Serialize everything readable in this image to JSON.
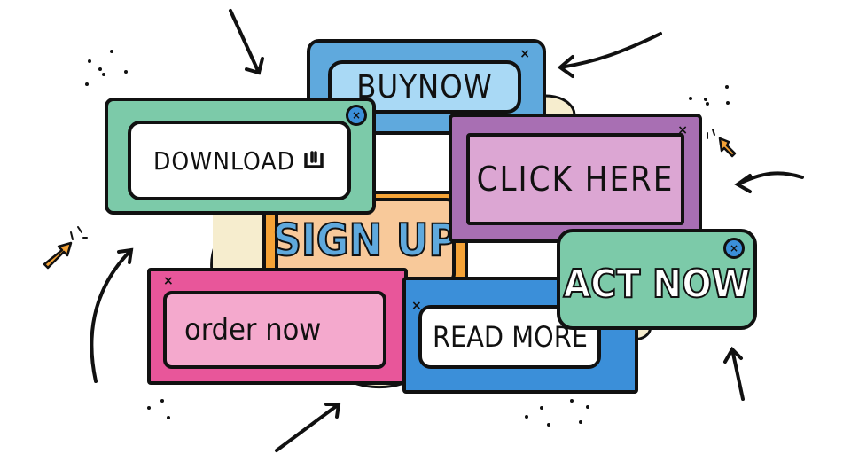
{
  "illustration": {
    "popups": [
      {
        "id": "buy-now",
        "label": "BUYNOW",
        "frame_color": "#5fa9dd",
        "inner_color": "#a9d9f5"
      },
      {
        "id": "download",
        "label": "DOWNLOAD",
        "frame_color": "#7ccaa9",
        "inner_color": "#ffffff",
        "icon": "download-tray-icon"
      },
      {
        "id": "click-here",
        "label": "CLICK HERE",
        "frame_color": "#a86fb3",
        "inner_color": "#dca6d3"
      },
      {
        "id": "sign-up",
        "label": "SIGN UP",
        "frame_color": "#f5a337",
        "inner_color": "#f8c99a",
        "text_color": "#5fa9dd"
      },
      {
        "id": "act-now",
        "label": "ACT NOW",
        "frame_color": "#7ccaa9",
        "text_color": "#ffffff"
      },
      {
        "id": "order-now",
        "label": "order now",
        "frame_color": "#e8569a",
        "inner_color": "#f4a9cd"
      },
      {
        "id": "read-more",
        "label": "READ MORE",
        "frame_color": "#3b8fd9",
        "inner_color": "#ffffff"
      }
    ],
    "close_symbol": "×",
    "colors": {
      "outline": "#111111",
      "cloud": "#f6edce",
      "cursor": "#f5a337"
    }
  }
}
